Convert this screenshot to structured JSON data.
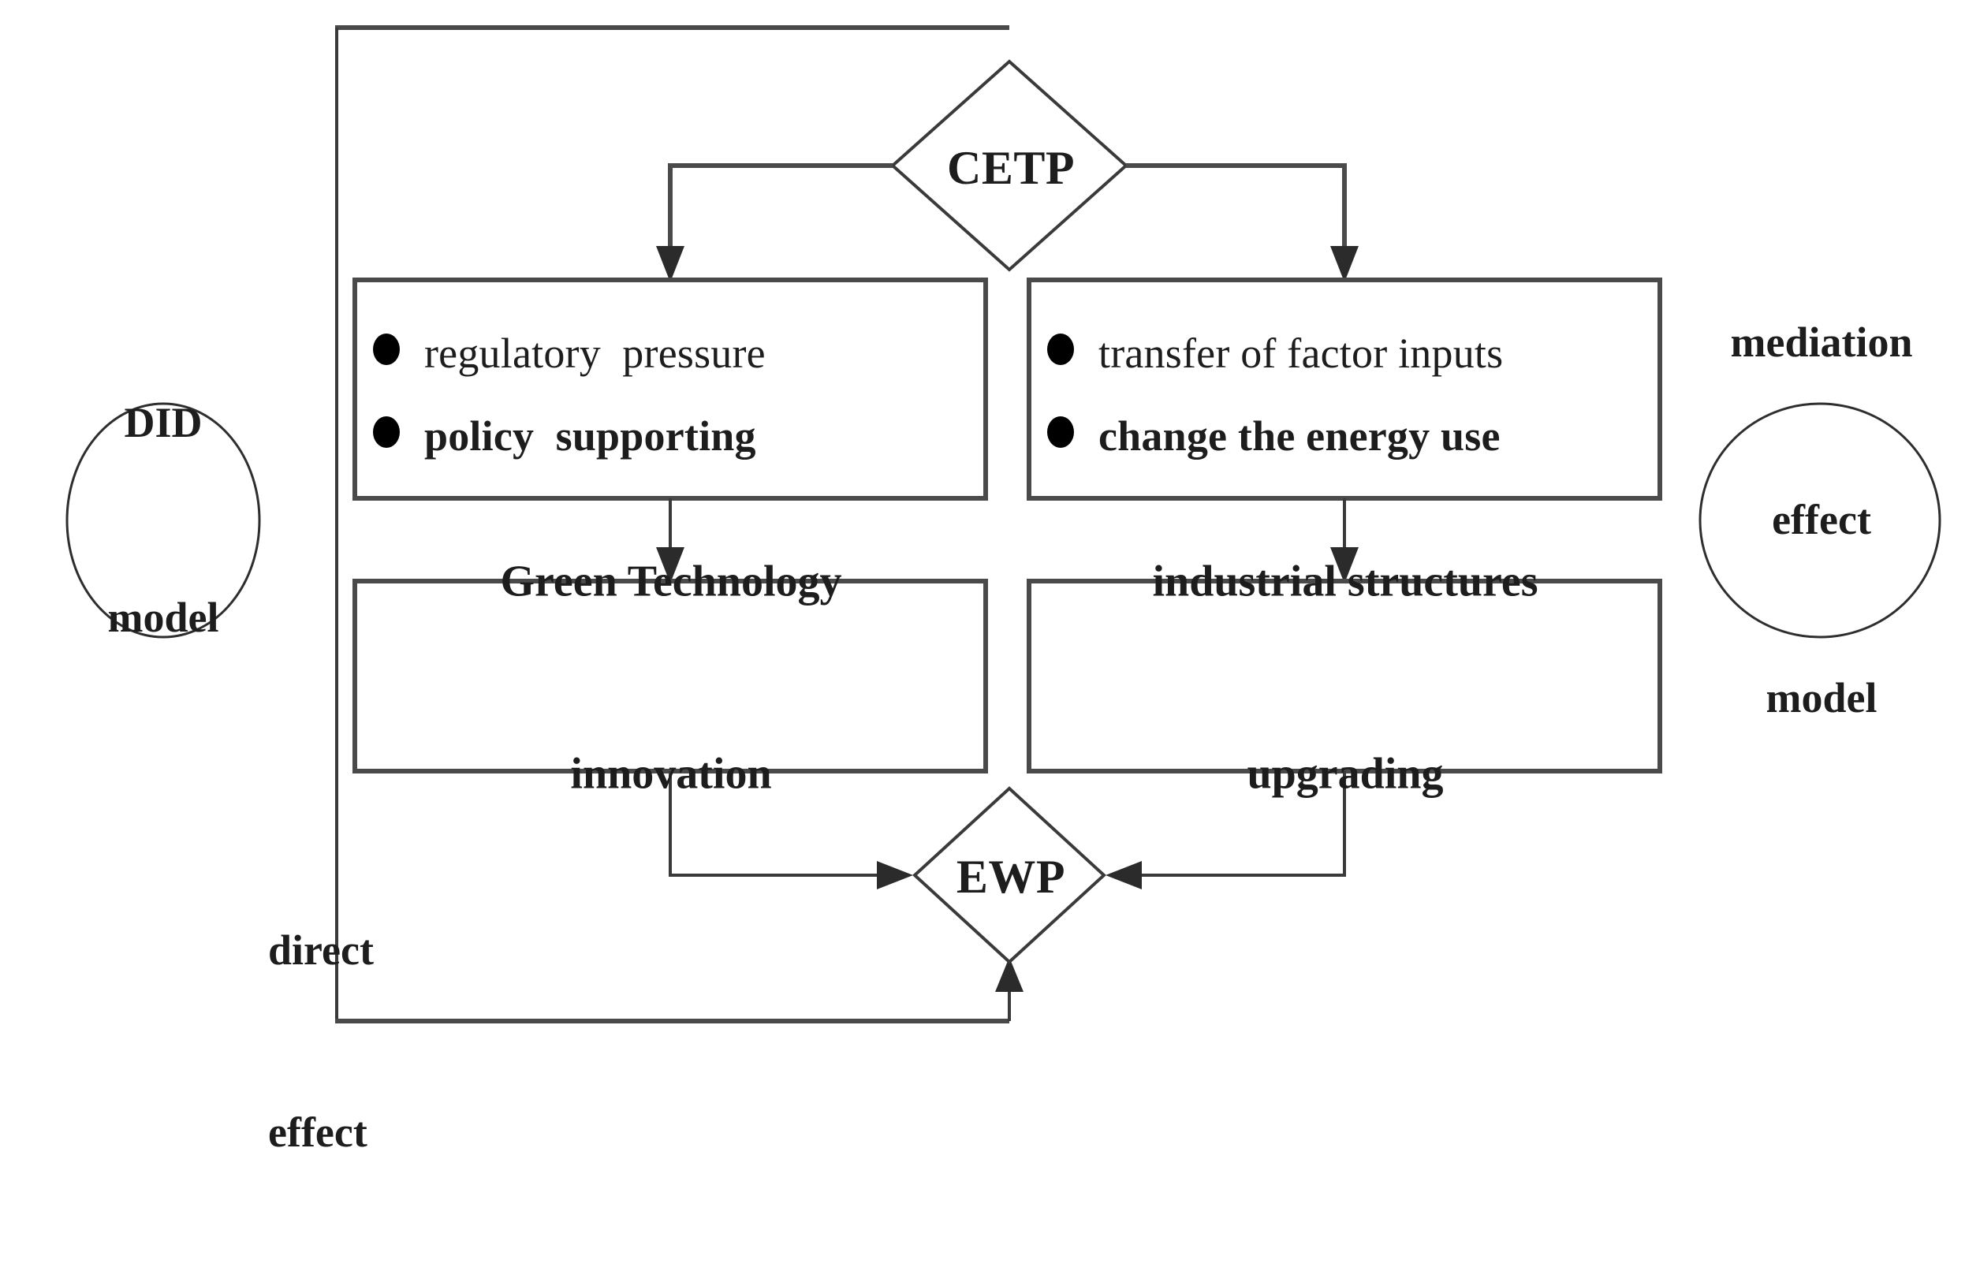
{
  "diagram": {
    "title": "CETP mechanism flowchart",
    "background_color": "#ffffff",
    "line_color": "#4a4a4a",
    "text_color": "#1d1d1d",
    "bullet_color": "#000000"
  },
  "nodes": {
    "cetp": {
      "label": "CETP",
      "shape": "diamond"
    },
    "ewp": {
      "label": "EWP",
      "shape": "diamond"
    },
    "did_model": {
      "line1": "DID",
      "line2": "model",
      "shape": "ellipse"
    },
    "mediation_model": {
      "line1": "mediation",
      "line2": "effect",
      "line3": "model",
      "shape": "ellipse"
    },
    "mechanism_left": {
      "shape": "rect",
      "bullets": [
        {
          "text": "regulatory  pressure",
          "bold": false
        },
        {
          "text": "policy  supporting",
          "bold": true
        }
      ]
    },
    "mechanism_right": {
      "shape": "rect",
      "bullets": [
        {
          "text": "transfer of factor inputs",
          "bold": false
        },
        {
          "text": "change the energy use",
          "bold": true
        }
      ]
    },
    "outcome_left": {
      "shape": "rect",
      "line1": "Green Technology",
      "line2": "innovation"
    },
    "outcome_right": {
      "shape": "rect",
      "line1": "industrial structures",
      "line2": "upgrading"
    }
  },
  "edge_labels": {
    "direct_effect": {
      "line1": "direct",
      "line2": "effect"
    }
  }
}
